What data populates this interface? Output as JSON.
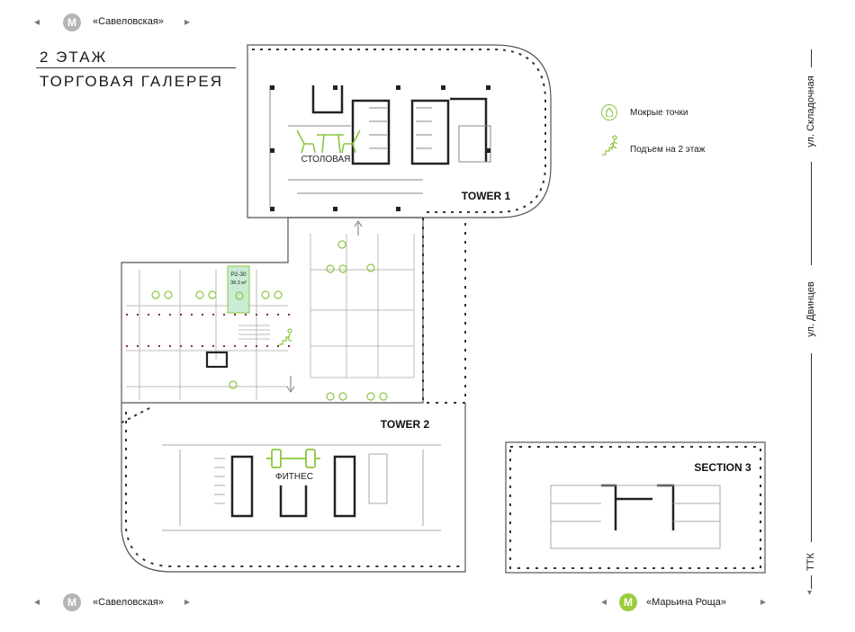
{
  "metro_top": {
    "letter": "M",
    "station": "«Савеловская»"
  },
  "metro_bottom_left": {
    "letter": "M",
    "station": "«Савеловская»"
  },
  "metro_bottom_right": {
    "letter": "M",
    "station": "«Марьина Роща»"
  },
  "title": {
    "floor": "2 ЭТАЖ",
    "name": "ТОРГОВАЯ ГАЛЕРЕЯ"
  },
  "legend": {
    "wet_points": "Мокрые точки",
    "stairs_up": "Подъем на 2 этаж"
  },
  "streets": {
    "skladochnaya": "ул. Складочная",
    "dvintsev": "ул. Двинцев",
    "ttk": "ТТК"
  },
  "plan": {
    "tower1": "TOWER 1",
    "tower2": "TOWER 2",
    "section3": "SECTION 3",
    "canteen": "СТОЛОВАЯ",
    "fitness": "ФИТНЕС",
    "unit_id": "P2-30",
    "unit_area": "38,3 м²"
  },
  "colors": {
    "accent": "#8cc63f",
    "highlight": "#c8ecd4",
    "metro_grey": "#b5b5b5",
    "metro_green": "#9ccc3c"
  }
}
